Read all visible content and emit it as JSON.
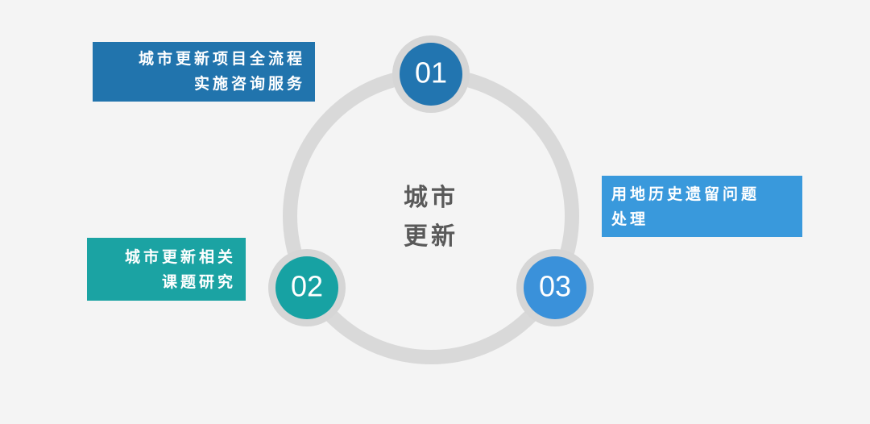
{
  "colors": {
    "background": "#f4f4f4",
    "ring": "#d9d9d9",
    "node_halo": "#d6d6d6",
    "node_1": "#2275b0",
    "node_2": "#17a2a3",
    "node_3": "#3a91da",
    "label_1": "#2174ad",
    "label_2": "#1ba3a3",
    "label_3": "#3999dc",
    "center_text": "#595959"
  },
  "center": {
    "line1": "城市",
    "line2": "更新"
  },
  "nodes": [
    {
      "number": "01",
      "label_lines": [
        "城市更新项目全流程",
        "实施咨询服务"
      ]
    },
    {
      "number": "02",
      "label_lines": [
        "城市更新相关",
        "课题研究"
      ]
    },
    {
      "number": "03",
      "label_lines": [
        "用地历史遗留问题",
        "处理"
      ]
    }
  ]
}
